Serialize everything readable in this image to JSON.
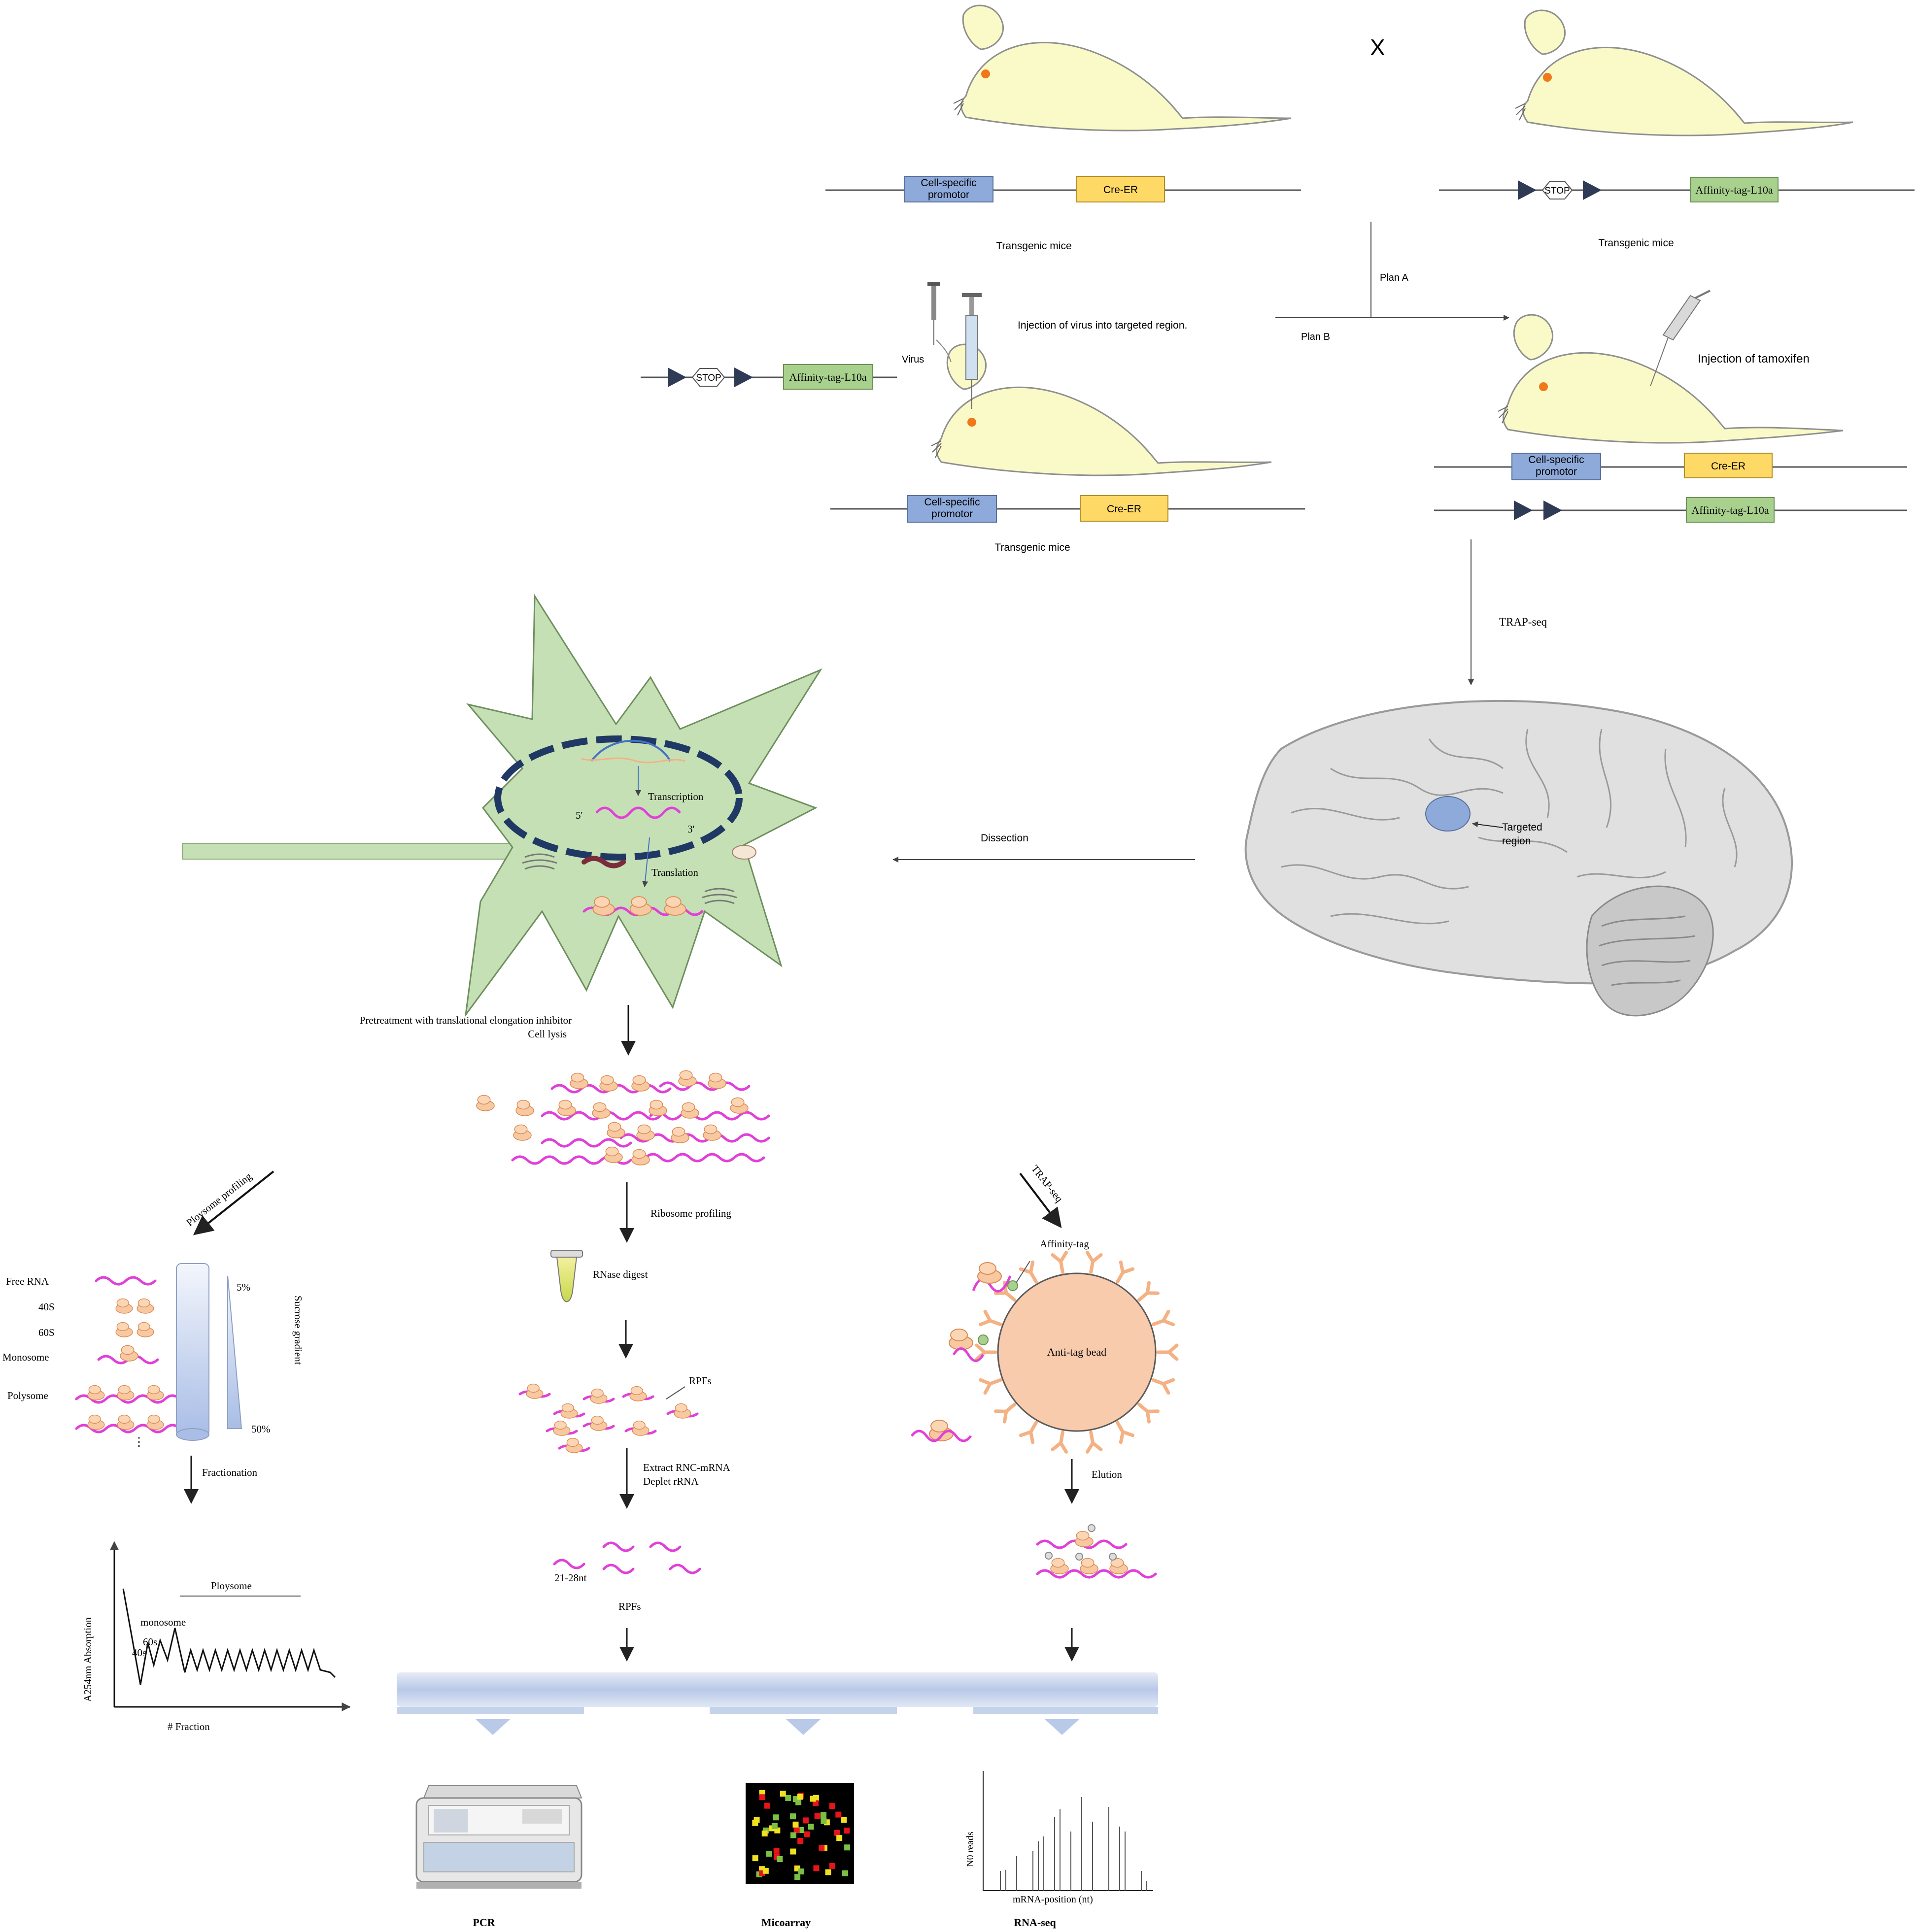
{
  "mice": {
    "cross_symbol": "X",
    "transgenic_left": "Transgenic mice",
    "transgenic_right": "Transgenic  mice",
    "transgenic_bottom": "Transgenic  mice",
    "virus": "Virus",
    "virus_injection": "Injection of virus into targeted region.",
    "plan_a": "Plan A",
    "plan_b": "Plan B",
    "tamoxifen": "Injection of tamoxifen"
  },
  "constructs": {
    "cell_specific_promotor": "Cell-specific promotor",
    "cre_er": "Cre-ER",
    "stop": "STOP",
    "affinity_tag_l10a": "Affinity-tag-L10a"
  },
  "brain": {
    "trap_seq": "TRAP-seq",
    "targeted_region": "Targeted region",
    "dissection": "Dissection"
  },
  "cell": {
    "transcription": "Transcription",
    "translation": "Translation",
    "five_prime": "5'",
    "three_prime": "3'",
    "pretreatment": "Pretreatment with translational elongation inhibitor",
    "cell_lysis": "Cell lysis"
  },
  "ribosome_profiling": {
    "title": "Ribosome profiling",
    "rnase": "RNase  digest",
    "rpfs_top": "RPFs",
    "extract": "Extract RNC-mRNA",
    "deplete": "Deplet rRNA",
    "length": "21-28nt",
    "rpfs_bottom": "RPFs"
  },
  "polysome_profiling": {
    "title": "Ploysome profiling",
    "free_rna": "Free RNA",
    "s40": "40S",
    "s60": "60S",
    "monosome": "Monosome",
    "polysome": "Polysome",
    "dots": "⋮",
    "top_pct": "5%",
    "bottom_pct": "50%",
    "gradient": "Sucrose gradient",
    "fractionation": "Fractionation"
  },
  "trap": {
    "title": "TRAP-seq",
    "affinity_tag": "Affinity-tag",
    "bead": "Anti-tag bead",
    "elution": "Elution"
  },
  "absorbance": {
    "ylabel": "A254nm   Absorption",
    "xlabel": "# Fraction",
    "ploysome": "Ploysome",
    "monosome": "monosome",
    "s60": "60s",
    "s40": "40s"
  },
  "outputs": {
    "pcr": "PCR",
    "microarray": "Micoarray",
    "rnaseq": "RNA-seq",
    "rnaseq_ylabel": "N0 reads",
    "rnaseq_xlabel": "mRNA-position   (nt)"
  },
  "colors": {
    "mouse": "#fafac8",
    "mouse_outline": "#8f8f8f",
    "eye": "#f07818",
    "promotor_box": "#8eaadb",
    "cre_box": "#ffd966",
    "affinity_box": "#a9d18e",
    "neuron": "#c5e0b4",
    "nucleus": "#1f3864",
    "mrna": "#e040d8",
    "ribosome": "#f8c8a0",
    "bead": "#f8cbad",
    "antibody": "#f4b183",
    "brain": "#e0e0e0",
    "pipeline_bar": "#c5d3ea"
  }
}
